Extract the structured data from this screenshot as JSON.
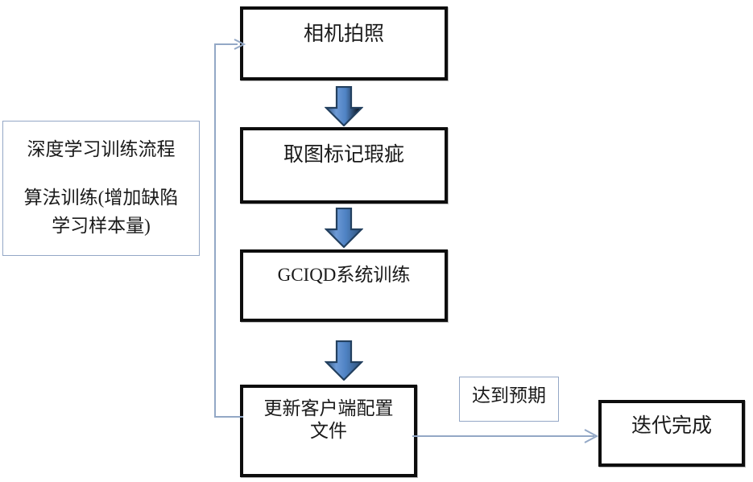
{
  "diagram": {
    "title_note": {
      "line1": "深度学习训练流程",
      "line2": "算法训练(增加缺陷\n学习样本量)"
    },
    "nodes": [
      {
        "id": "camera",
        "label": "相机拍照"
      },
      {
        "id": "mark-defect",
        "label": "取图标记瑕疵"
      },
      {
        "id": "gciqd",
        "label": "GCIQD系统训练"
      },
      {
        "id": "update-cfg",
        "label": "更新客户端配置\n文件"
      },
      {
        "id": "done",
        "label": "迭代完成"
      }
    ],
    "edge_labels": [
      {
        "id": "expected",
        "label": "达到预期"
      }
    ],
    "colors": {
      "box_border": "#0d0d0d",
      "note_border": "#94a7c6",
      "arrow_fill_light": "#5b8fd0",
      "arrow_fill_dark": "#2b4b72",
      "connector_line": "#8fa5c4",
      "text": "#1a1a1a",
      "background": "#ffffff"
    }
  }
}
